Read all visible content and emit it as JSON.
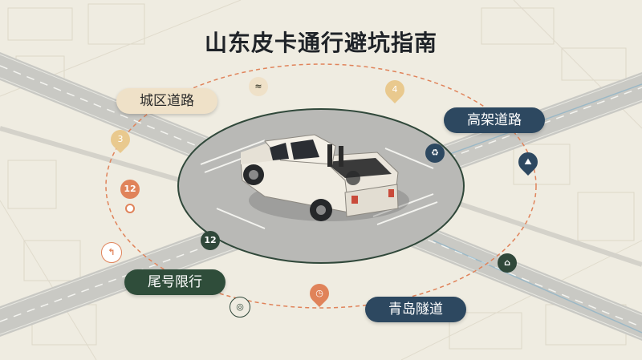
{
  "title": "山东皮卡通行避坑指南",
  "labels": {
    "city_roads": "城区道路",
    "elevated_roads": "高架道路",
    "plate_restriction": "尾号限行",
    "qingdao_tunnel": "青岛隧道"
  },
  "markers": {
    "top_pin": "4",
    "left_pin": "3",
    "orange_circle": "12",
    "green_circle": "12"
  },
  "colors": {
    "navy": "#2d4860",
    "green": "#2f4d3a",
    "beige": "#efe1c8",
    "orange": "#e0835a",
    "sand": "#e9c98e"
  }
}
